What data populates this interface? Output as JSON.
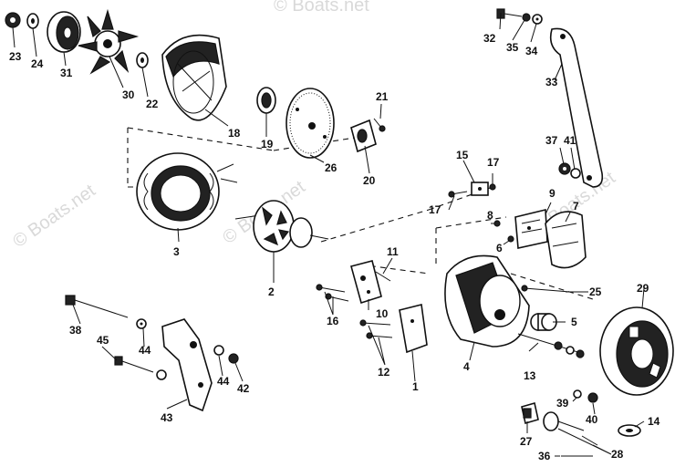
{
  "watermark": "© Boats.net",
  "callouts": [
    "23",
    "24",
    "31",
    "30",
    "22",
    "18",
    "19",
    "26",
    "21",
    "20",
    "32",
    "35",
    "34",
    "33",
    "37",
    "41",
    "15",
    "17",
    "17",
    "9",
    "7",
    "8",
    "6",
    "3",
    "2",
    "11",
    "10",
    "16",
    "25",
    "29",
    "38",
    "45",
    "44",
    "44",
    "42",
    "43",
    "12",
    "1",
    "4",
    "5",
    "13",
    "39",
    "40",
    "14",
    "27",
    "28",
    "36"
  ]
}
